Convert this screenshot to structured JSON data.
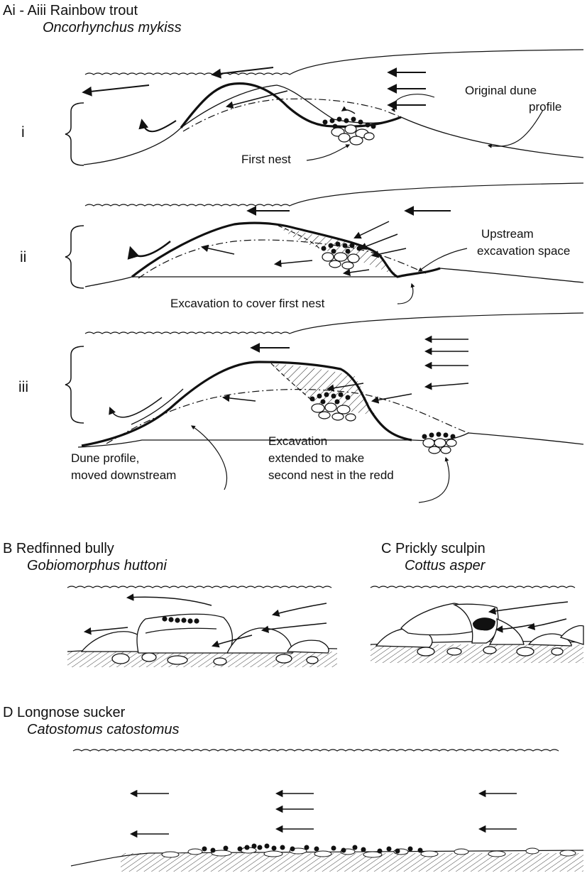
{
  "panel_a": {
    "title": "Ai - Aiii  Rainbow trout",
    "species": "Oncorhynchus mykiss",
    "rows": [
      {
        "numeral": "i",
        "labels": {
          "original_dune_1": "Original dune",
          "original_dune_2": "profile",
          "first_nest": "First nest"
        }
      },
      {
        "numeral": "ii",
        "labels": {
          "upstream_1": "Upstream",
          "upstream_2": "excavation space",
          "cover_first": "Excavation to cover first nest"
        }
      },
      {
        "numeral": "iii",
        "labels": {
          "dune_moved_1": "Dune profile,",
          "dune_moved_2": "moved downstream",
          "ext_1": "Excavation",
          "ext_2": "extended to make",
          "ext_3": "second nest in the redd"
        }
      }
    ]
  },
  "panel_b": {
    "title": "B  Redfinned bully",
    "species": "Gobiomorphus huttoni"
  },
  "panel_c": {
    "title": "C  Prickly sculpin",
    "species": "Cottus asper"
  },
  "panel_d": {
    "title": "D  Longnose sucker",
    "species": "Catostomus catostomus"
  },
  "colors": {
    "ink": "#111111",
    "paper": "#ffffff"
  }
}
